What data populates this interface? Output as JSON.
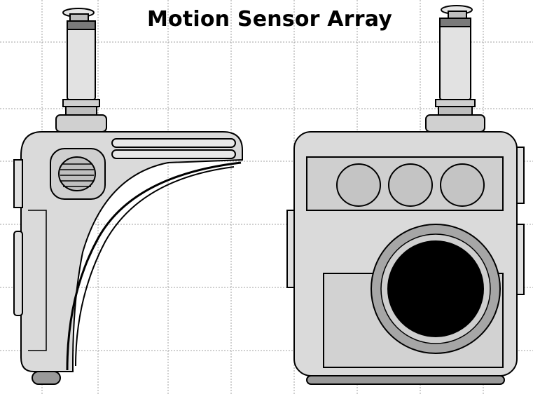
{
  "title": "Motion Sensor Array",
  "colors": {
    "outline": "#000000",
    "body_fill": "#d9d9d9",
    "panel_fill": "#c8c8c8",
    "lens_fill": "#000000",
    "grid_line": "#9a9a9a",
    "background": "#ffffff"
  },
  "views": [
    "side-view",
    "front-view"
  ]
}
